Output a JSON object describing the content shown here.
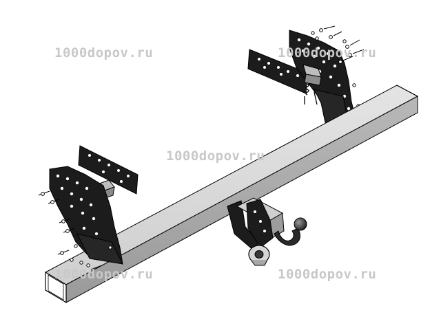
{
  "image": {
    "subject": "tow-bar-assembly",
    "watermarks": [
      "1000dopov.ru",
      "1000dopov.ru",
      "1000dopov.ru",
      "1000dopov.ru",
      "1000dopov.ru"
    ],
    "colors": {
      "background": "#ffffff",
      "beam": "#c9c9c9",
      "bracket": "#1c1c1c",
      "outline": "#000000",
      "watermark": "#c8c8c8"
    }
  }
}
